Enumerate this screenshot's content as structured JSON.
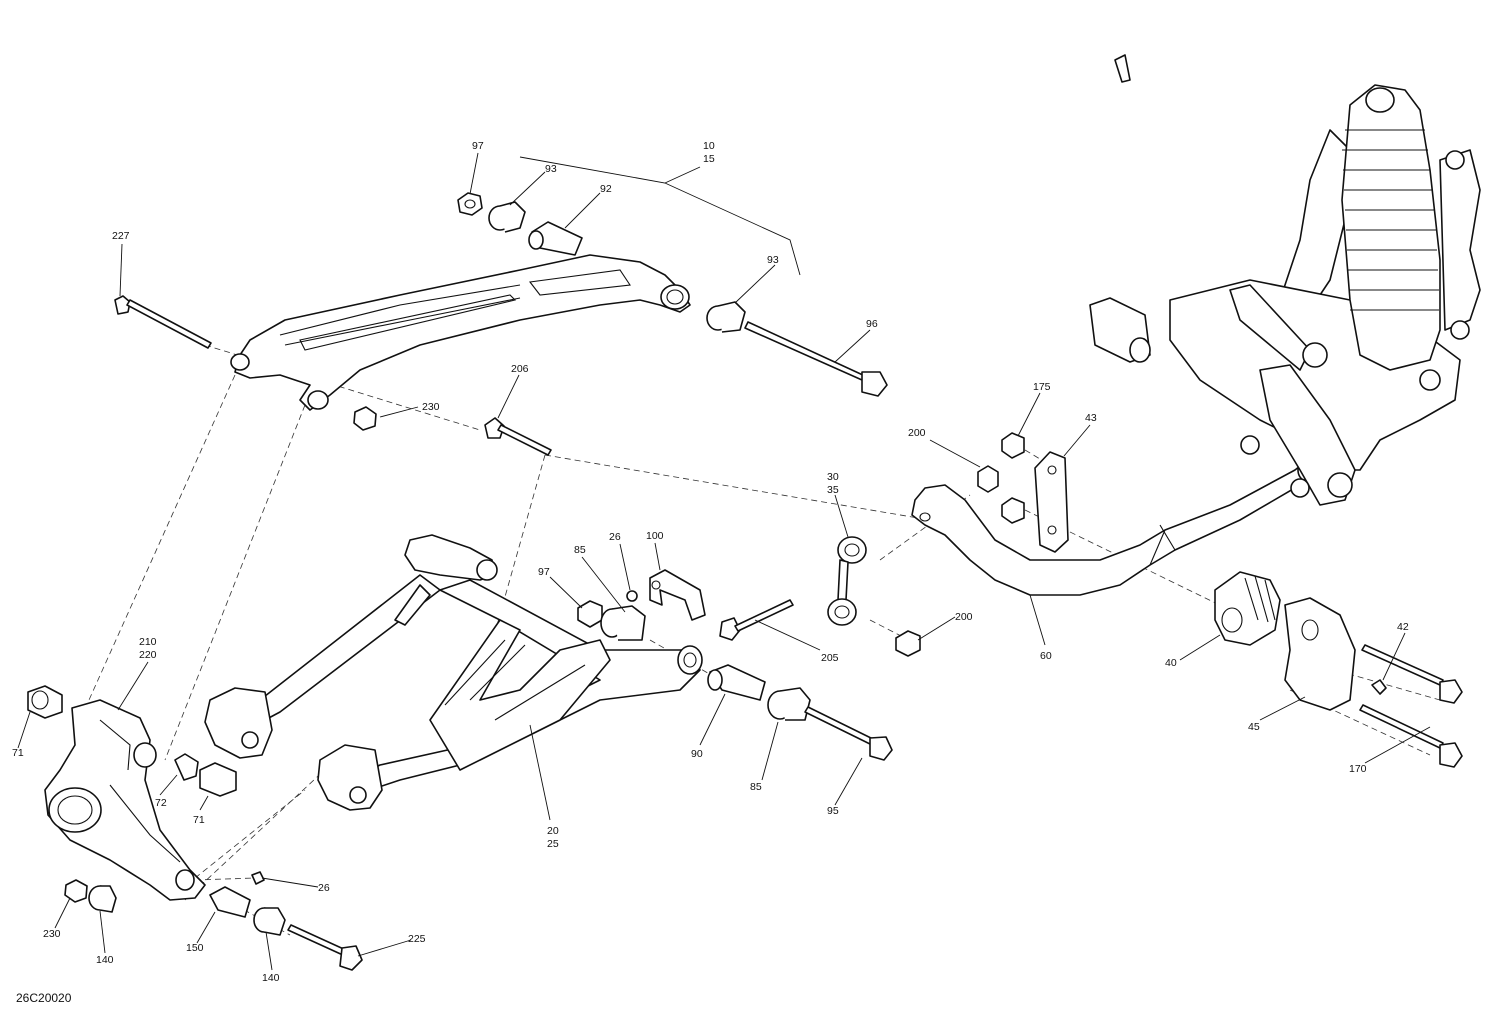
{
  "drawing_id": "26C20020",
  "callouts": {
    "c97a": "97",
    "c93a": "93",
    "c92": "92",
    "c10": "10",
    "c15": "15",
    "c227": "227",
    "c93b": "93",
    "c96": "96",
    "c230a": "230",
    "c206": "206",
    "c175": "175",
    "c43": "43",
    "c200a": "200",
    "c30": "30",
    "c35": "35",
    "c26a": "26",
    "c100": "100",
    "c85a": "85",
    "c97b": "97",
    "c200b": "200",
    "c205": "205",
    "c60": "60",
    "c40": "40",
    "c42": "42",
    "c45": "45",
    "c170": "170",
    "c210": "210",
    "c220": "220",
    "c71a": "71",
    "c72": "72",
    "c71b": "71",
    "c90": "90",
    "c85b": "85",
    "c95": "95",
    "c20": "20",
    "c25": "25",
    "c26b": "26",
    "c230b": "230",
    "c140a": "140",
    "c150": "150",
    "c225": "225",
    "c140b": "140"
  }
}
